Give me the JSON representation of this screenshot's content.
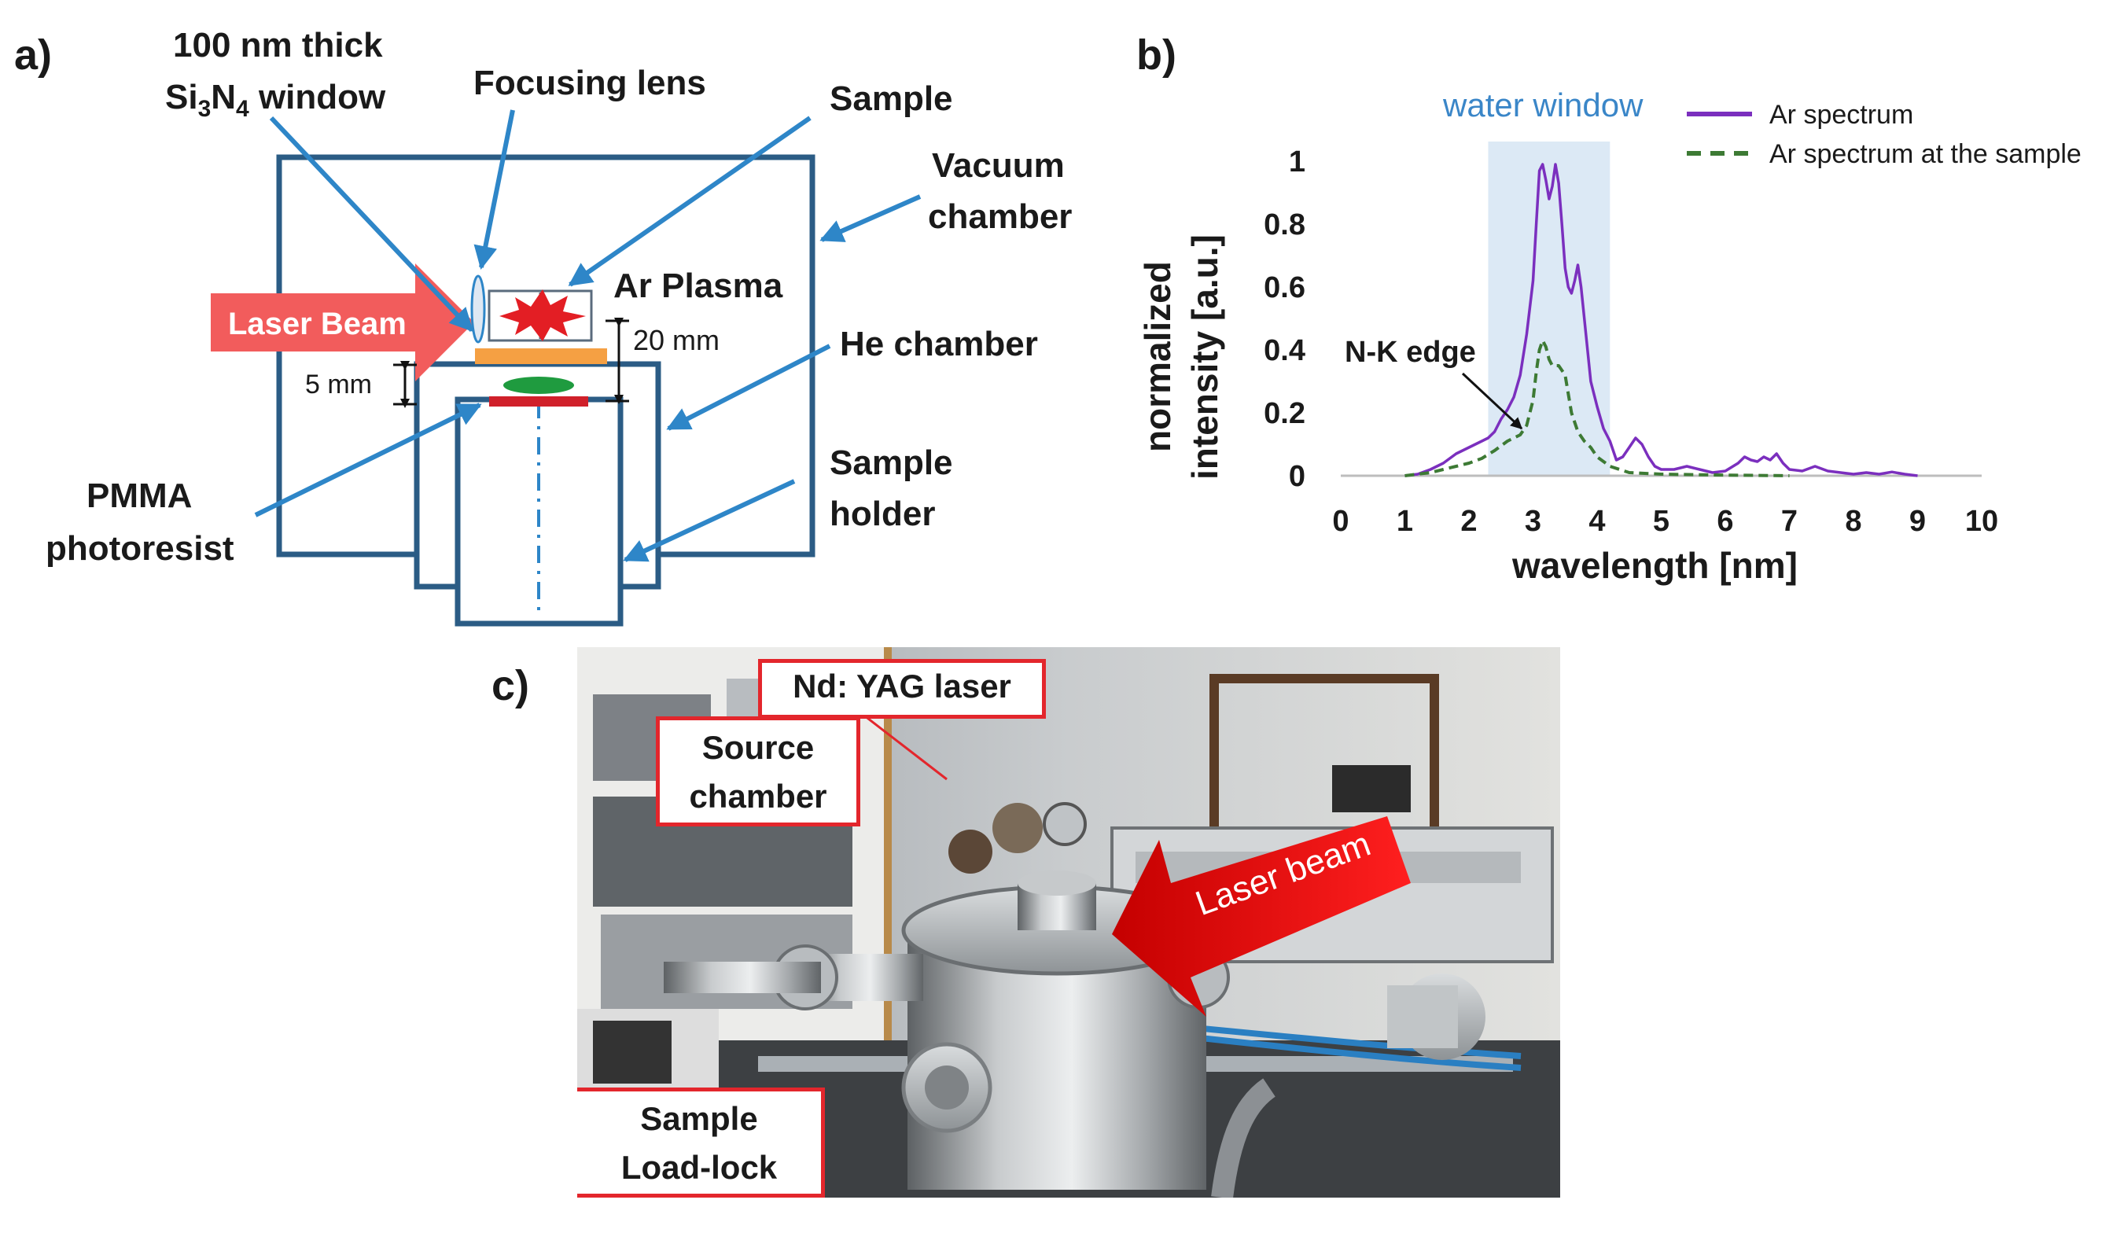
{
  "panel_a": {
    "label": "a)",
    "window_label_line1": "100 nm thick",
    "window_label_line2_parts": [
      "Si",
      "3",
      "N",
      "4",
      " window"
    ],
    "focusing_lens": "Focusing lens",
    "sample": "Sample",
    "vacuum_chamber_line1": "Vacuum",
    "vacuum_chamber_line2": "chamber",
    "ar_plasma": "Ar Plasma",
    "laser_beam": "Laser  Beam",
    "dim_20": "20 mm",
    "dim_5": "5 mm",
    "he_chamber": "He chamber",
    "pmma_line1": "PMMA",
    "pmma_line2": "photoresist",
    "sample_holder_line1": "Sample",
    "sample_holder_line2": "holder"
  },
  "panel_b": {
    "label": "b)",
    "water_window": "water window",
    "nk_edge": "N-K edge"
  },
  "panel_c": {
    "label": "c)",
    "nd_yag": "Nd: YAG laser",
    "source_chamber_line1": "Source",
    "source_chamber_line2": "chamber",
    "laser_beam": "Laser beam",
    "load_lock_line1": "Sample",
    "load_lock_line2": "Load-lock"
  },
  "chart_data": {
    "type": "line",
    "xlabel": "wavelength [nm]",
    "ylabel_line1": "normalized",
    "ylabel_line2": "intensity [a.u.]",
    "xlim": [
      0,
      10
    ],
    "ylim": [
      0,
      1
    ],
    "x_ticks": [
      "0",
      "1",
      "2",
      "3",
      "4",
      "5",
      "6",
      "7",
      "8",
      "9",
      "10"
    ],
    "y_ticks": [
      "0",
      "0.2",
      "0.4",
      "0.6",
      "0.8",
      "1"
    ],
    "legend_position": "top-right",
    "shaded_region": {
      "from": 2.3,
      "to": 4.2,
      "label": "water window",
      "color": "#dce9f5"
    },
    "series": [
      {
        "name": "Ar spectrum",
        "color": "#7b2fbe",
        "dash": "solid",
        "x": [
          1.0,
          1.2,
          1.4,
          1.6,
          1.8,
          2.0,
          2.2,
          2.3,
          2.4,
          2.5,
          2.6,
          2.7,
          2.8,
          2.9,
          3.0,
          3.05,
          3.1,
          3.15,
          3.2,
          3.25,
          3.3,
          3.35,
          3.4,
          3.45,
          3.5,
          3.55,
          3.6,
          3.65,
          3.7,
          3.75,
          3.8,
          3.85,
          3.9,
          4.0,
          4.1,
          4.2,
          4.3,
          4.4,
          4.5,
          4.6,
          4.7,
          4.8,
          4.9,
          5.0,
          5.2,
          5.4,
          5.6,
          5.8,
          6.0,
          6.2,
          6.3,
          6.4,
          6.5,
          6.6,
          6.7,
          6.8,
          6.9,
          7.0,
          7.2,
          7.4,
          7.6,
          7.8,
          8.0,
          8.2,
          8.4,
          8.6,
          8.8,
          9.0
        ],
        "y": [
          0.0,
          0.005,
          0.02,
          0.04,
          0.07,
          0.09,
          0.11,
          0.12,
          0.14,
          0.18,
          0.21,
          0.25,
          0.32,
          0.45,
          0.62,
          0.8,
          0.97,
          0.99,
          0.94,
          0.88,
          0.92,
          0.99,
          0.93,
          0.8,
          0.66,
          0.6,
          0.58,
          0.62,
          0.67,
          0.6,
          0.5,
          0.4,
          0.3,
          0.22,
          0.15,
          0.11,
          0.05,
          0.06,
          0.09,
          0.12,
          0.1,
          0.06,
          0.03,
          0.02,
          0.02,
          0.03,
          0.02,
          0.01,
          0.015,
          0.04,
          0.06,
          0.05,
          0.045,
          0.06,
          0.05,
          0.07,
          0.04,
          0.02,
          0.015,
          0.03,
          0.015,
          0.01,
          0.005,
          0.01,
          0.005,
          0.012,
          0.005,
          0.0
        ]
      },
      {
        "name": "Ar spectrum at the sample",
        "color": "#3d7a34",
        "dash": "dashed",
        "x": [
          1.0,
          1.2,
          1.4,
          1.6,
          1.8,
          2.0,
          2.2,
          2.4,
          2.6,
          2.8,
          2.9,
          3.0,
          3.05,
          3.1,
          3.15,
          3.2,
          3.25,
          3.3,
          3.4,
          3.5,
          3.6,
          3.7,
          3.8,
          3.9,
          4.0,
          4.2,
          4.5,
          5.0,
          6.0,
          7.0
        ],
        "y": [
          0.0,
          0.005,
          0.01,
          0.02,
          0.03,
          0.04,
          0.055,
          0.08,
          0.11,
          0.13,
          0.16,
          0.24,
          0.33,
          0.4,
          0.43,
          0.41,
          0.37,
          0.35,
          0.35,
          0.32,
          0.2,
          0.14,
          0.11,
          0.09,
          0.06,
          0.03,
          0.01,
          0.005,
          0.002,
          0.0
        ]
      }
    ]
  }
}
